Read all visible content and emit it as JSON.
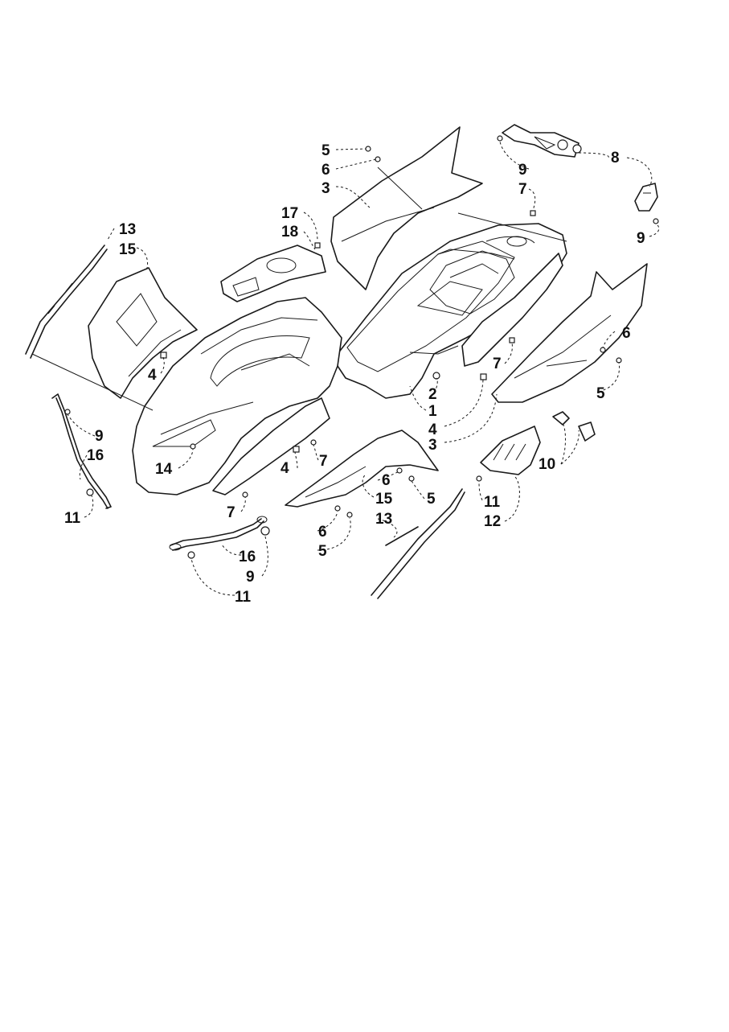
{
  "callouts": {
    "c1": "5",
    "c2": "6",
    "c3": "3",
    "c4": "9",
    "c5": "7",
    "c6": "8",
    "c7": "9",
    "c8": "17",
    "c9": "18",
    "c10": "13",
    "c11": "15",
    "c12": "4",
    "c13": "6",
    "c14": "5",
    "c15": "7",
    "c16": "2",
    "c17": "1",
    "c18": "4",
    "c19": "3",
    "c20": "9",
    "c21": "16",
    "c22": "11",
    "c23": "14",
    "c24": "4",
    "c25": "7",
    "c26": "7",
    "c27": "6",
    "c28": "15",
    "c29": "5",
    "c30": "10",
    "c31": "11",
    "c32": "12",
    "c33": "6",
    "c34": "5",
    "c35": "13",
    "c36": "16",
    "c37": "9",
    "c38": "11"
  }
}
